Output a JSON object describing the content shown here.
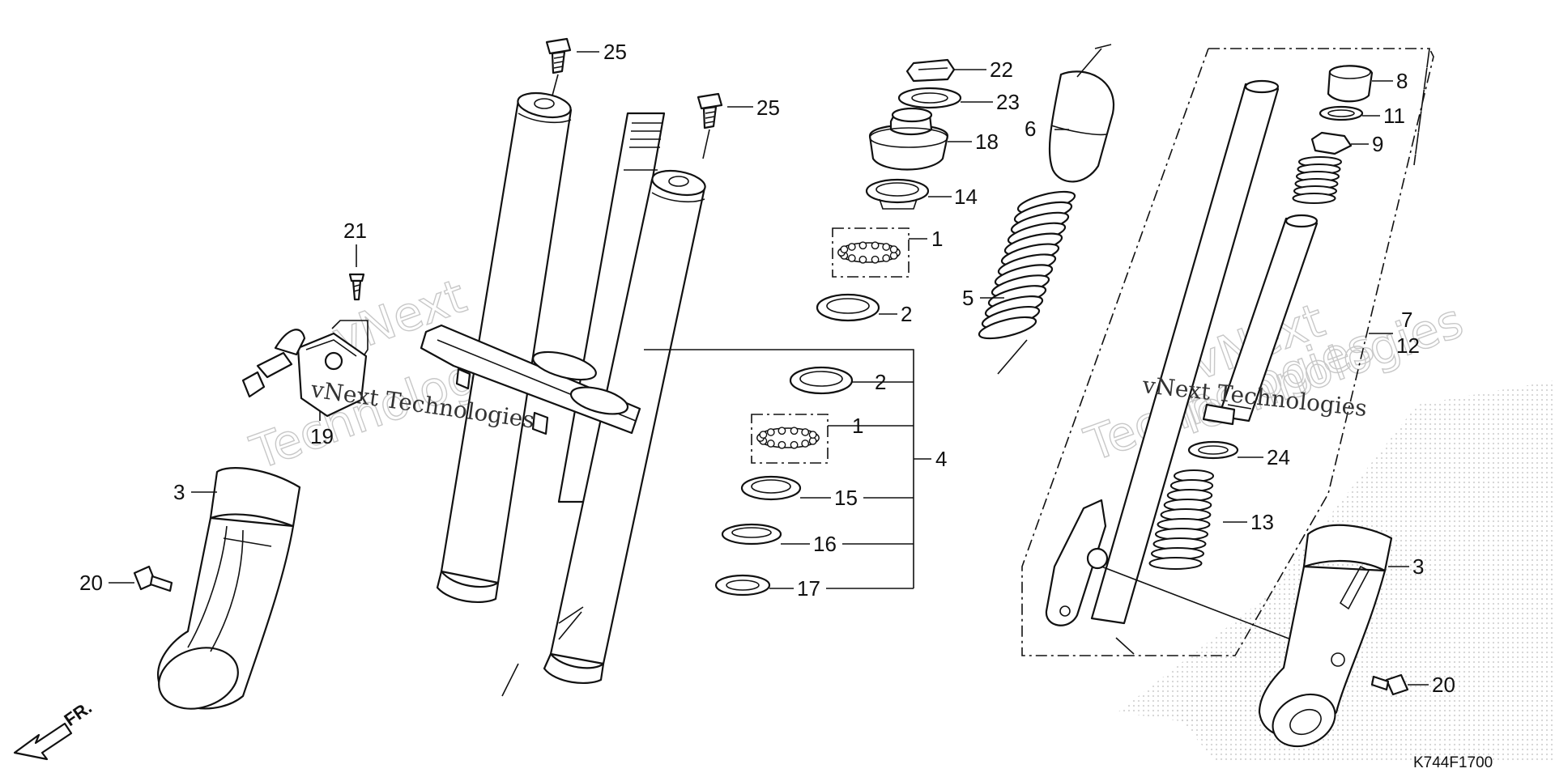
{
  "diagram": {
    "part_code": "K744F1700",
    "watermark": {
      "company": "vNext Technologies",
      "big_word_1": "vNext",
      "big_word_2": "Technologies"
    },
    "direction_label": "FR.",
    "callouts": {
      "c1a": "1",
      "c1b": "1",
      "c2a": "2",
      "c2b": "2",
      "c3a": "3",
      "c3b": "3",
      "c4": "4",
      "c5": "5",
      "c6": "6",
      "c7": "7",
      "c12": "12",
      "c8": "8",
      "c9": "9",
      "c11": "11",
      "c13": "13",
      "c14": "14",
      "c15": "15",
      "c16": "16",
      "c17": "17",
      "c18": "18",
      "c19": "19",
      "c20a": "20",
      "c20b": "20",
      "c21": "21",
      "c22": "22",
      "c23": "23",
      "c24": "24",
      "c25a": "25",
      "c25b": "25"
    }
  },
  "colors": {
    "line": "#111111",
    "watermark": "#c8c8c8",
    "background": "#ffffff"
  }
}
